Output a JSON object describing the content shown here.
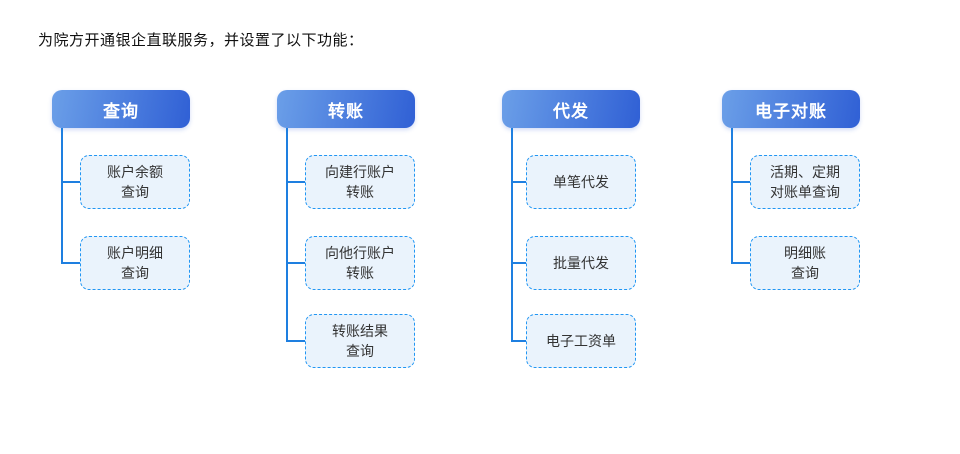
{
  "title": "为院方开通银企直联服务，并设置了以下功能：",
  "colors": {
    "header_gradient_start": "#6B9FE8",
    "header_gradient_end": "#3060D5",
    "header_text": "#FFFFFF",
    "box_bg": "#EAF3FC",
    "box_border": "#2196F3",
    "box_text": "#333333",
    "connector": "#1E7FE0"
  },
  "columns": [
    {
      "header": "查询",
      "items": [
        "账户余额\n查询",
        "账户明细\n查询"
      ]
    },
    {
      "header": "转账",
      "items": [
        "向建行账户\n转账",
        "向他行账户\n转账",
        "转账结果\n查询"
      ]
    },
    {
      "header": "代发",
      "items": [
        "单笔代发",
        "批量代发",
        "电子工资单"
      ]
    },
    {
      "header": "电子对账",
      "items": [
        "活期、定期\n对账单查询",
        "明细账\n查询"
      ]
    }
  ]
}
